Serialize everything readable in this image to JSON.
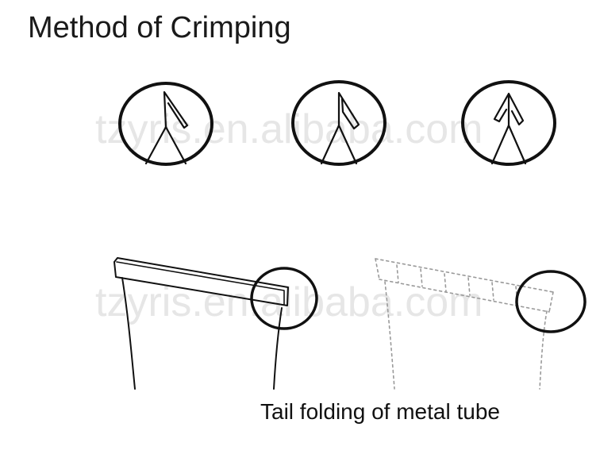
{
  "title": "Method of Crimping",
  "caption": "Tail  folding of metal tube",
  "watermark": "tzyris.en.alibaba.com",
  "colors": {
    "ink": "#111111",
    "watermark": "#e6e6e6",
    "dotted": "#9a9a9a"
  }
}
